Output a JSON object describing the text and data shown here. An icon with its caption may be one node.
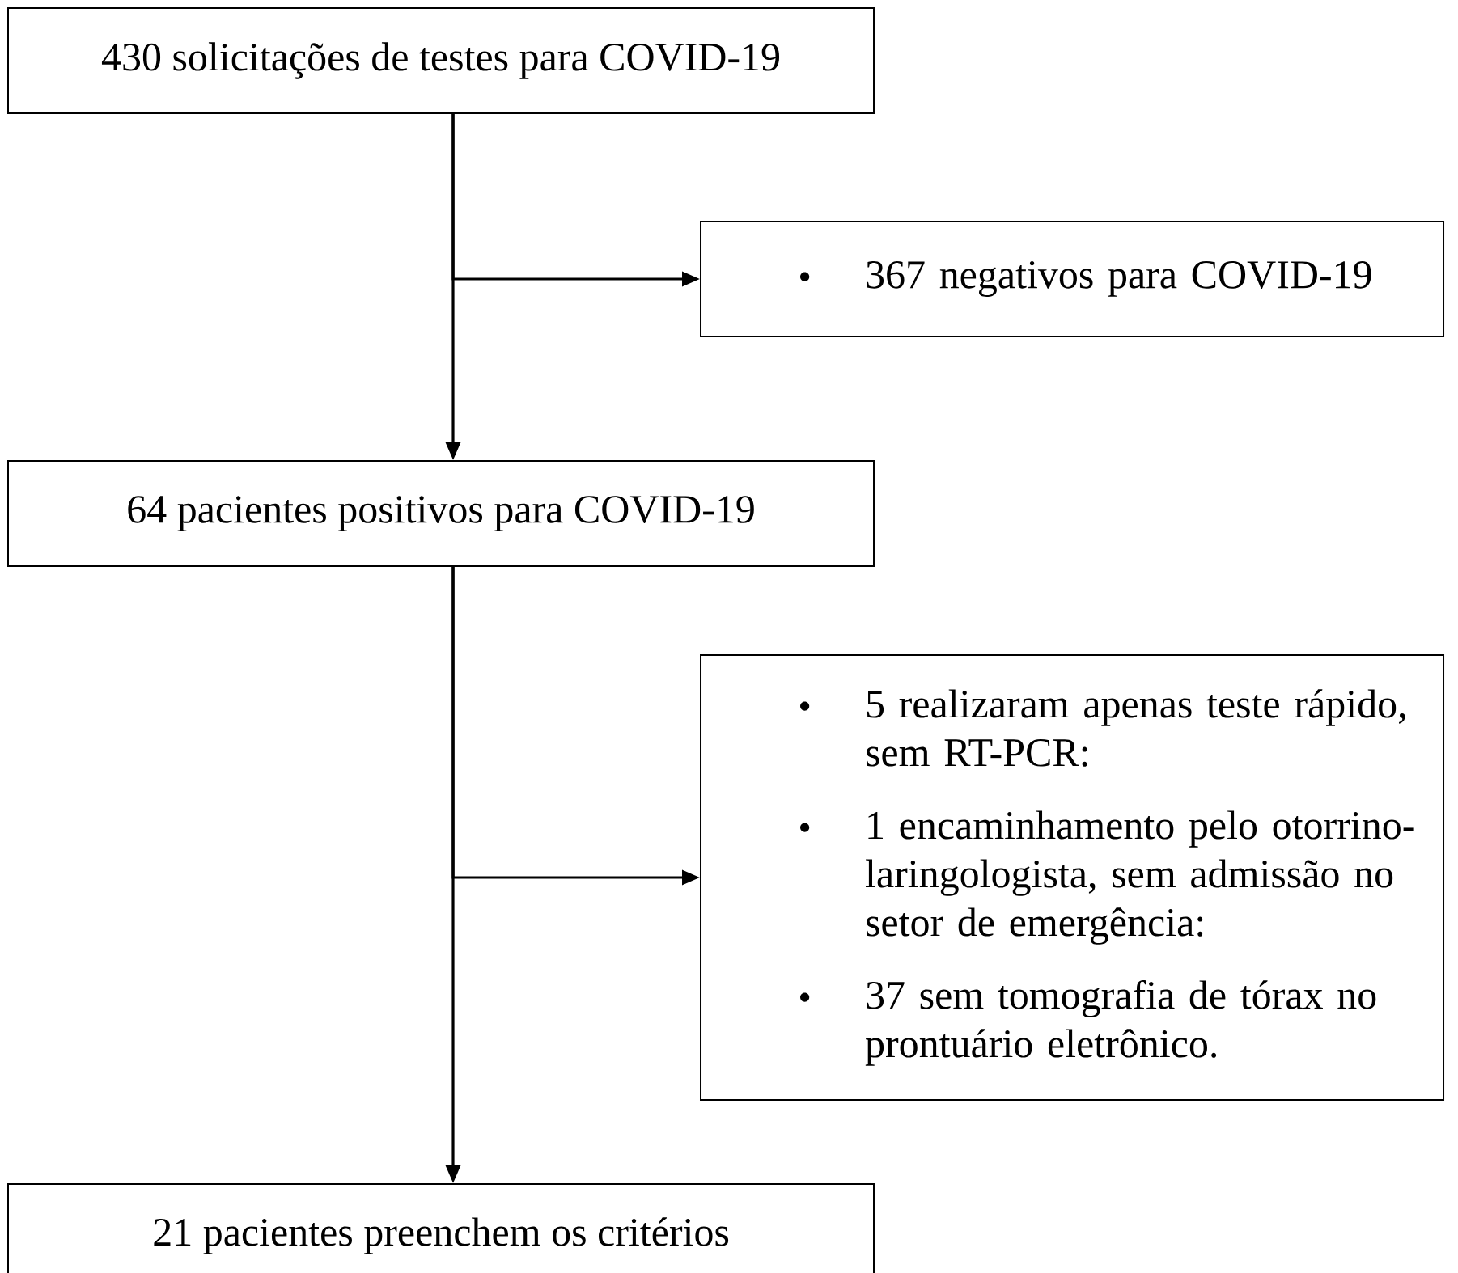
{
  "diagram": {
    "nodes": [
      {
        "text": [
          "430 solicitações de testes para COVID-19"
        ]
      },
      {
        "text": [
          "367 negativos para COVID-19"
        ]
      },
      {
        "text": [
          "64 pacientes positivos para COVID-19"
        ]
      },
      {
        "text": [
          "5 realizaram apenas teste rápido, sem RT-PCR:",
          "1 encaminhamento pelo otorrino-laringologista, sem admissão no setor de emergência:",
          "37 sem tomografia de tórax no prontuário eletrônico."
        ]
      },
      {
        "text": [
          "21 pacientes preenchem os critérios"
        ]
      }
    ],
    "edges": [
      {
        "from": 0,
        "to": 2,
        "arrow": "to"
      },
      {
        "from": 0,
        "to": 1,
        "arrow": "to"
      },
      {
        "from": 2,
        "to": 4,
        "arrow": "to"
      },
      {
        "from": 2,
        "to": 3,
        "arrow": "to"
      }
    ]
  }
}
